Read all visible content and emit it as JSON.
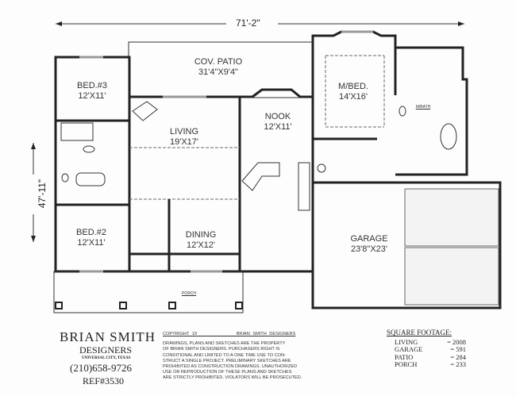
{
  "dimensions": {
    "width": "71'-2\"",
    "depth": "47'-11\""
  },
  "rooms": {
    "patio": {
      "name": "COV. PATIO",
      "size": "31'4\"X9'4\""
    },
    "bed3": {
      "name": "BED.#3",
      "size": "12'X11'"
    },
    "living": {
      "name": "LIVING",
      "size": "19'X17'"
    },
    "nook": {
      "name": "NOOK",
      "size": "12'X11'"
    },
    "mbed": {
      "name": "M/BED.",
      "size": "14'X16'"
    },
    "mbath": {
      "name": "M/BATH"
    },
    "bed2": {
      "name": "BED.#2",
      "size": "12'X11'"
    },
    "dining": {
      "name": "DINING",
      "size": "12'X12'"
    },
    "garage": {
      "name": "GARAGE",
      "size": "23'8\"X23'"
    },
    "porch": {
      "name": "PORCH"
    }
  },
  "designer": {
    "name": "BRIAN  SMITH",
    "sub": "DESIGNERS",
    "location": "UNIVERSAL CITY, TEXAS",
    "phone": "(210)658-9726",
    "ref": "REF#3530"
  },
  "copyright": {
    "heading_left": "COPYRIGHT 19",
    "heading_right": "BRIAN  SMITH DESIGNERS",
    "lines": [
      "DRAWINGS, PLANS AND SKETCHES ARE THE PROPERTY",
      "OF BRIAN SMITH DESIGNERS.  PURCHASERS RIGHT IS",
      "CONDITIONAL AND LIMITED TO A ONE TIME USE TO CON-",
      "STRUCT A SINGLE PROJECT.  PRELIMINARY SKETCHES ARE",
      "PROHIBITED AS CONSTRUCTION DRAWINGS.  UNAUTHORIZED",
      "USE OR REPRODUCTION OF THESE PLANS AND SKETCHES",
      "ARE STRICTLY PROHIBITED.  VIOLATORS WILL BE PROSECUTED."
    ]
  },
  "square_footage": {
    "title": "SQUARE FOOTAGE:",
    "rows": [
      {
        "label": "LIVING",
        "value": "= 2008"
      },
      {
        "label": "GARAGE",
        "value": "=  591"
      },
      {
        "label": "PATIO",
        "value": "=  284"
      },
      {
        "label": "PORCH",
        "value": "=  233"
      }
    ]
  }
}
